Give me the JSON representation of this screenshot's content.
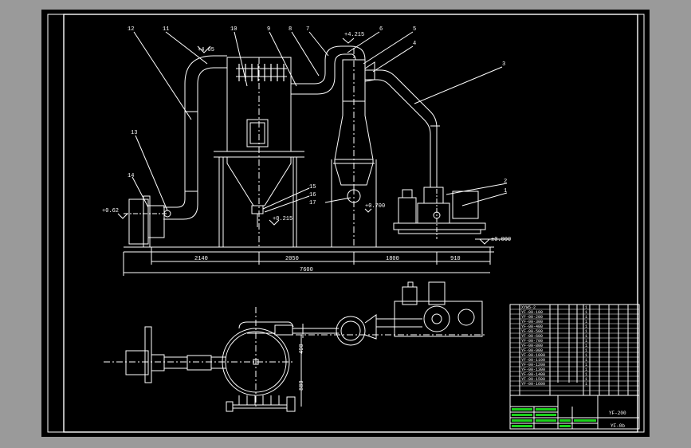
{
  "colors": {
    "viewport_bg": "#9a9a9a",
    "sheet_bg": "#000000",
    "line": "#ffffff",
    "title_green": "#1bd21b"
  },
  "dimensions": {
    "seg1": "2140",
    "seg2": "2050",
    "seg3": "1800",
    "seg4": "910",
    "total": "7600",
    "plan_v1": "490",
    "plan_v2": "880"
  },
  "elevations": {
    "top_left": "+4.05",
    "top_mid": "+4.215",
    "fan": "+0.62",
    "outlet": "+0.215",
    "cyclone_bottom": "+0.700",
    "ground": "±0.000"
  },
  "callouts": [
    "12",
    "11",
    "10",
    "9",
    "8",
    "7",
    "6",
    "5",
    "4",
    "3",
    "2",
    "1",
    "13",
    "14",
    "15",
    "16",
    "17"
  ],
  "title_block": {
    "drawing_name": "YF-200",
    "drawing_no": "YF-0b"
  },
  "bom_rows": [
    {
      "c1": "XYW5-2",
      "c2": "1"
    },
    {
      "c1": "YF-00-100",
      "c2": "1"
    },
    {
      "c1": "YF-00-200",
      "c2": "1"
    },
    {
      "c1": "YF-00-300",
      "c2": "1"
    },
    {
      "c1": "YF-00-400",
      "c2": "1"
    },
    {
      "c1": "YF-00-500",
      "c2": "1"
    },
    {
      "c1": "YF-00-600",
      "c2": "1"
    },
    {
      "c1": "YF-00-700",
      "c2": "1"
    },
    {
      "c1": "YF-00-800",
      "c2": "1"
    },
    {
      "c1": "YF-00-900",
      "c2": "1"
    },
    {
      "c1": "YF-00-1000",
      "c2": "1"
    },
    {
      "c1": "YF-00-1100",
      "c2": "1"
    },
    {
      "c1": "YF-00-1200",
      "c2": "1"
    },
    {
      "c1": "YF-00-1300",
      "c2": "1"
    },
    {
      "c1": "YF-00-1400",
      "c2": "1"
    },
    {
      "c1": "YF-00-1500",
      "c2": "1"
    },
    {
      "c1": "YF-00-1600",
      "c2": "1"
    }
  ]
}
